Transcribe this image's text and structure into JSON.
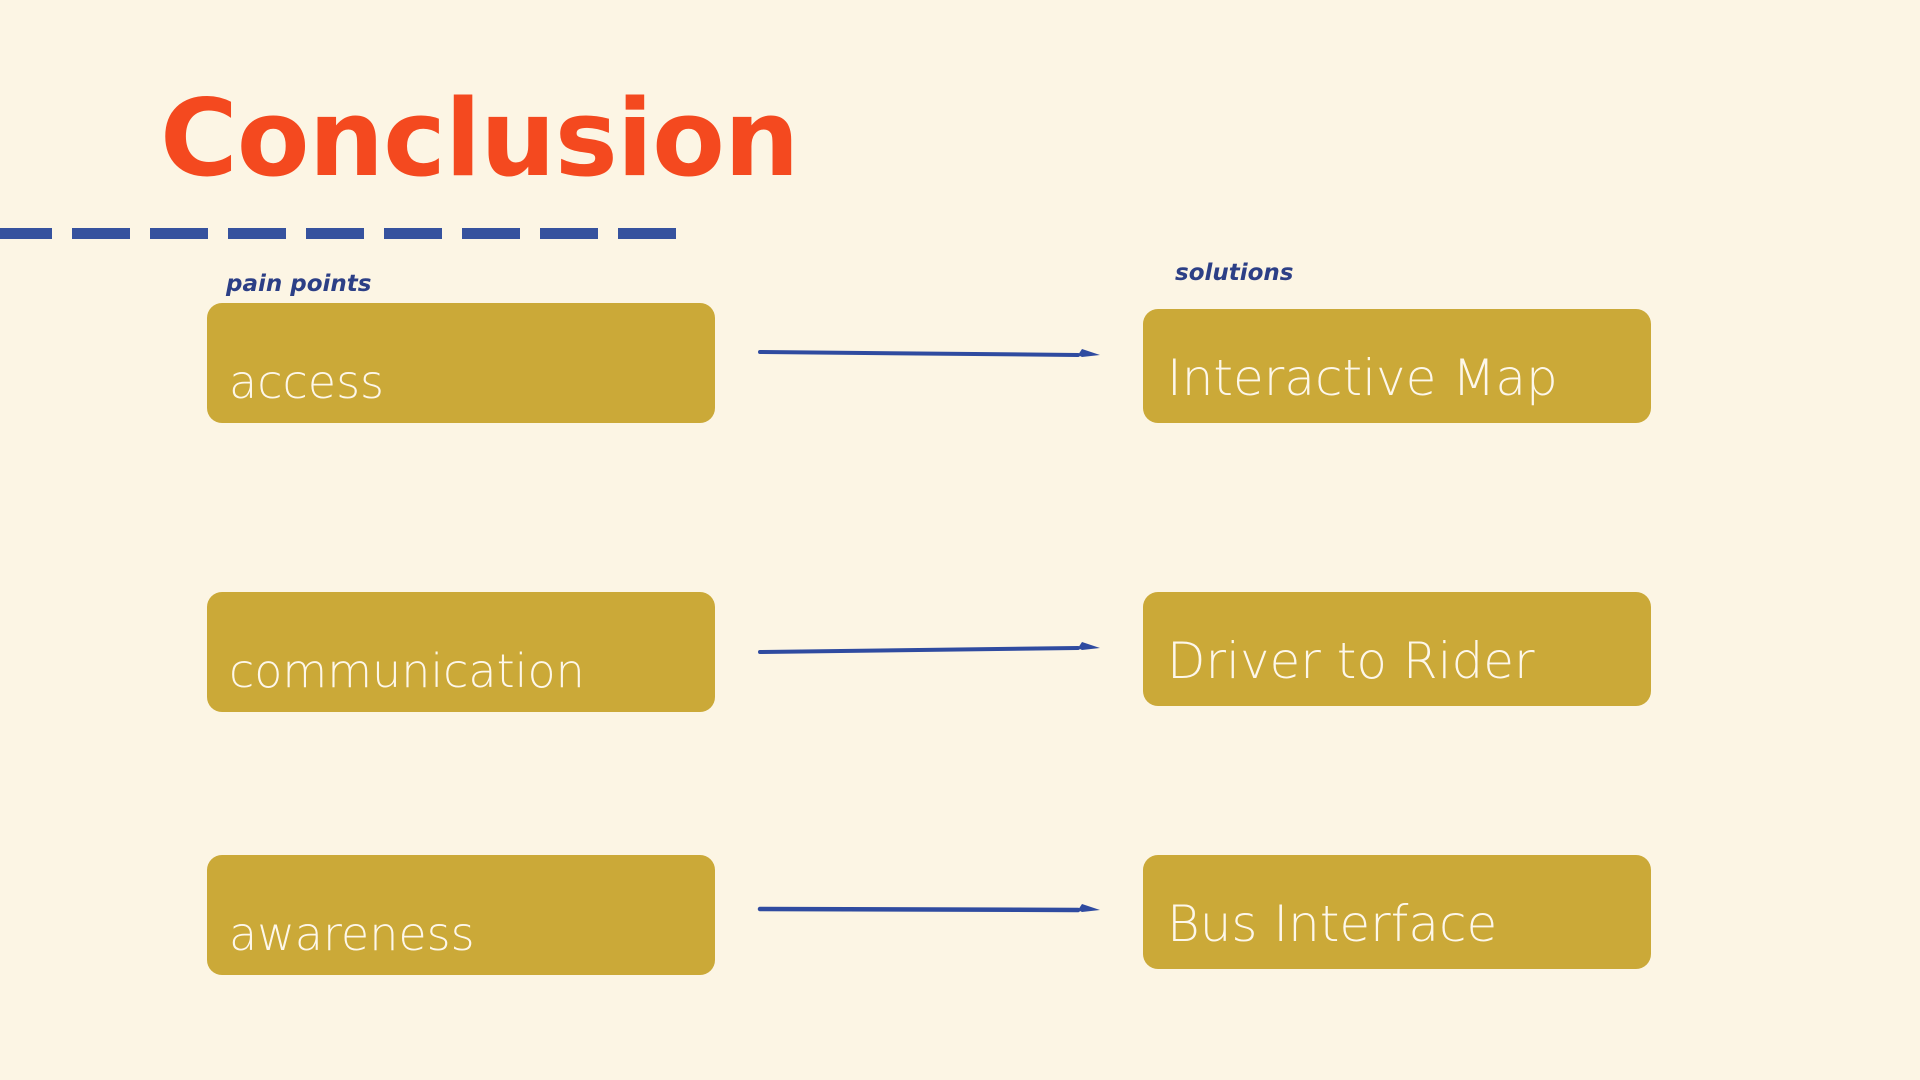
{
  "slide": {
    "title": "Conclusion",
    "background_color": "#FCF5E4",
    "title_color": "#F4491F",
    "accent_blue": "#36529E",
    "box_color": "#CBA938",
    "box_text_color": "#FDF7EA"
  },
  "columns": {
    "left_caption": "pain points",
    "right_caption": "solutions"
  },
  "pairs": [
    {
      "pain_point": "access",
      "solution": "Interactive Map"
    },
    {
      "pain_point": "communication",
      "solution": "Driver to Rider"
    },
    {
      "pain_point": "awareness",
      "solution": "Bus Interface"
    }
  ],
  "icons": {
    "arrow": "arrow-right-icon"
  }
}
